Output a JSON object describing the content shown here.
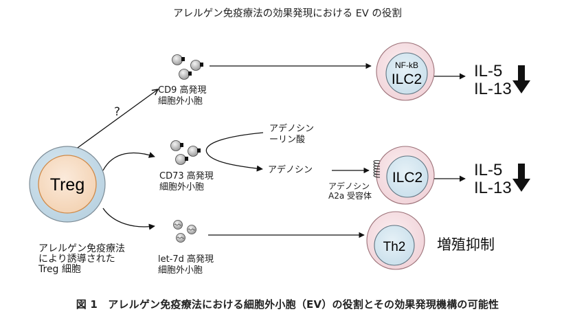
{
  "title": "アレルゲン免疫療法の効果発現における EV の役割",
  "caption": "図 1　アレルゲン免疫療法における細胞外小胞（EV）の役割とその効果発現機構の可能性",
  "treg": {
    "label": "Treg",
    "description_lines": [
      "アレルゲン免疫療法",
      "により誘導された",
      "Treg 細胞"
    ]
  },
  "question_mark": "?",
  "pathways": [
    {
      "id": "cd9",
      "ev_label_lines": [
        "CD9 高発現",
        "細胞外小胞"
      ],
      "ev_marker": "square-tag",
      "target_cell": {
        "label": "ILC2",
        "inner_label": "NF-kB"
      },
      "outputs": [
        "IL-5",
        "IL-13"
      ],
      "effect_icon": "down-arrow-icon"
    },
    {
      "id": "cd73",
      "ev_label_lines": [
        "CD73 高発現",
        "細胞外小胞"
      ],
      "ev_marker": "square-tag",
      "substrate_lines": [
        "アデノシン",
        "ーリン酸"
      ],
      "product": "アデノシン",
      "receptor_label_lines": [
        "アデノシン",
        "A2a 受容体"
      ],
      "target_cell": {
        "label": "ILC2"
      },
      "outputs": [
        "IL-5",
        "IL-13"
      ],
      "effect_icon": "down-arrow-icon"
    },
    {
      "id": "let7d",
      "ev_label_lines": [
        "let-7d 高発現",
        "細胞外小胞"
      ],
      "ev_marker": "wavy-rna",
      "target_cell": {
        "label": "Th2"
      },
      "effect_text": "増殖抑制"
    }
  ],
  "colors": {
    "treg_outer": "#c9dce8",
    "treg_inner": "#f6dcc0",
    "treg_inner_border": "#d08a48",
    "target_outer": "#f6dfe3",
    "target_outer_border": "#b77a86",
    "target_inner": "#d7e8f1",
    "ev_fill": "#cfcfcf",
    "line": "#111111"
  }
}
